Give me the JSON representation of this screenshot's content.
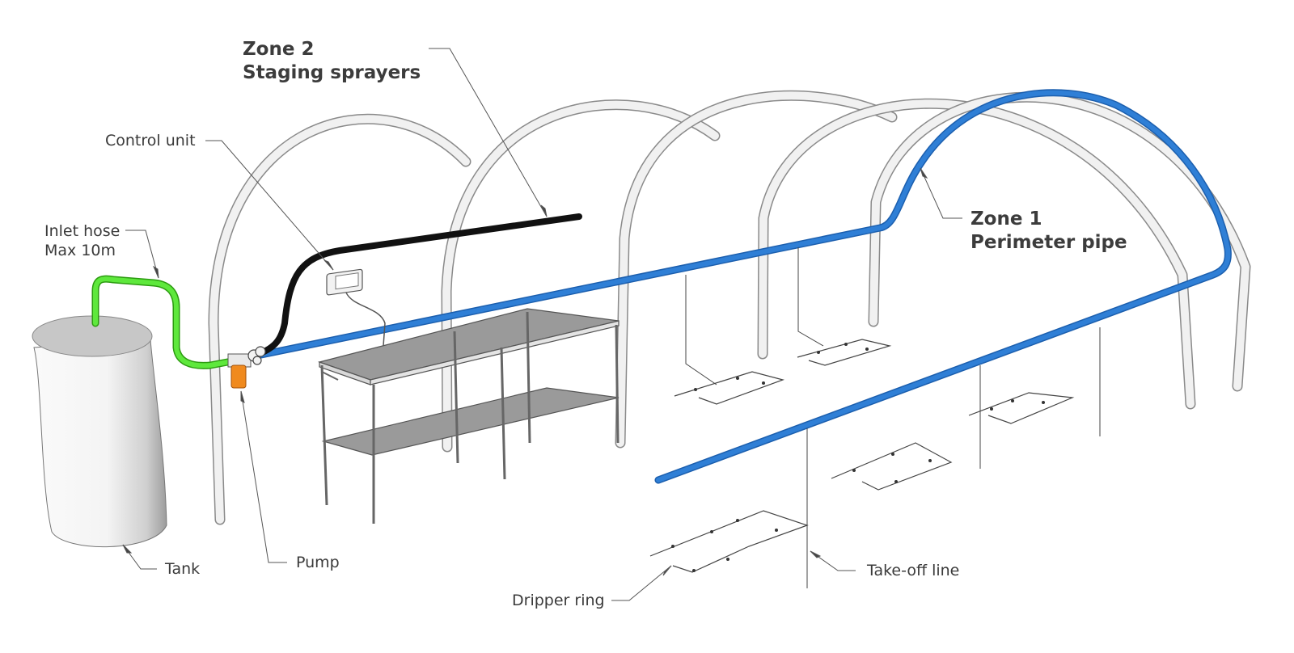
{
  "labels": {
    "zone2_line1": "Zone 2",
    "zone2_line2": "Staging sprayers",
    "control_unit": "Control unit",
    "inlet_line1": "Inlet hose",
    "inlet_line2": "Max 10m",
    "zone1_line1": "Zone 1",
    "zone1_line2": "Perimeter pipe",
    "tank": "Tank",
    "pump": "Pump",
    "take_off": "Take-off line",
    "dripper_ring": "Dripper ring"
  },
  "colors": {
    "zone1_pipe": "#2f7fd6",
    "zone2_pipe": "#111111",
    "inlet_hose": "#5ee83c",
    "pump": "#f08a1e",
    "frame": "#ededed",
    "bench_shelf": "#9a9a9a"
  }
}
